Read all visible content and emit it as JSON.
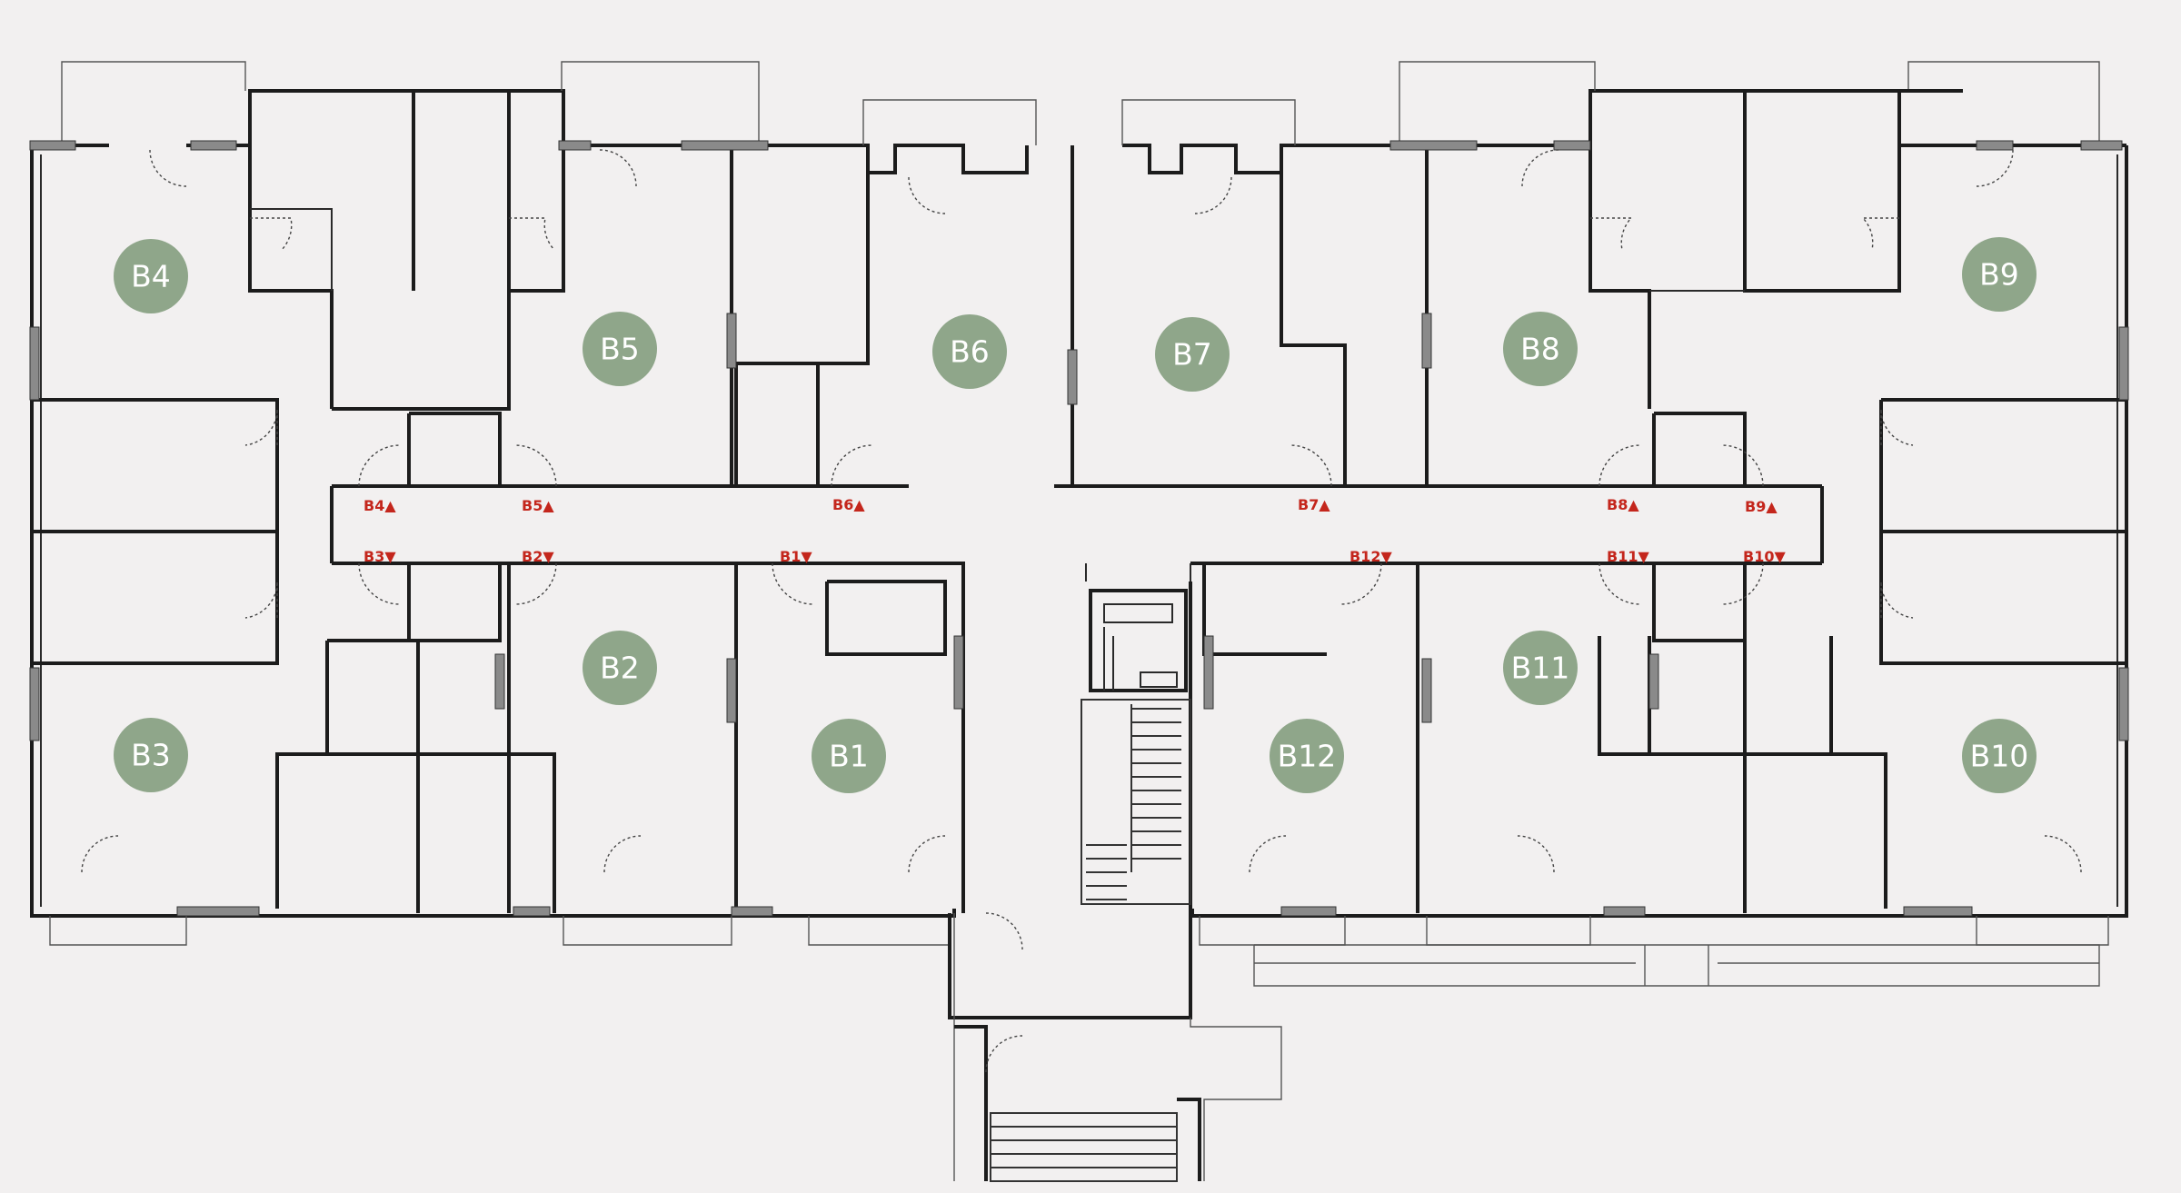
{
  "colors": {
    "background": "#f2f0f0",
    "badge": "#8fa68a",
    "badge_text": "#ffffff",
    "entry_marker": "#c4261c",
    "wall": "#1c1c1c"
  },
  "units": [
    {
      "label": "B4"
    },
    {
      "label": "B5"
    },
    {
      "label": "B6"
    },
    {
      "label": "B7"
    },
    {
      "label": "B8"
    },
    {
      "label": "B9"
    },
    {
      "label": "B3"
    },
    {
      "label": "B2"
    },
    {
      "label": "B1"
    },
    {
      "label": "B12"
    },
    {
      "label": "B11"
    },
    {
      "label": "B10"
    }
  ],
  "entries": [
    {
      "label": "B4▲"
    },
    {
      "label": "B5▲"
    },
    {
      "label": "B6▲"
    },
    {
      "label": "B7▲"
    },
    {
      "label": "B8▲"
    },
    {
      "label": "B9▲"
    },
    {
      "label": "B3▼"
    },
    {
      "label": "B2▼"
    },
    {
      "label": "B1▼"
    },
    {
      "label": "B12▼"
    },
    {
      "label": "B11▼"
    },
    {
      "label": "B10▼"
    }
  ]
}
